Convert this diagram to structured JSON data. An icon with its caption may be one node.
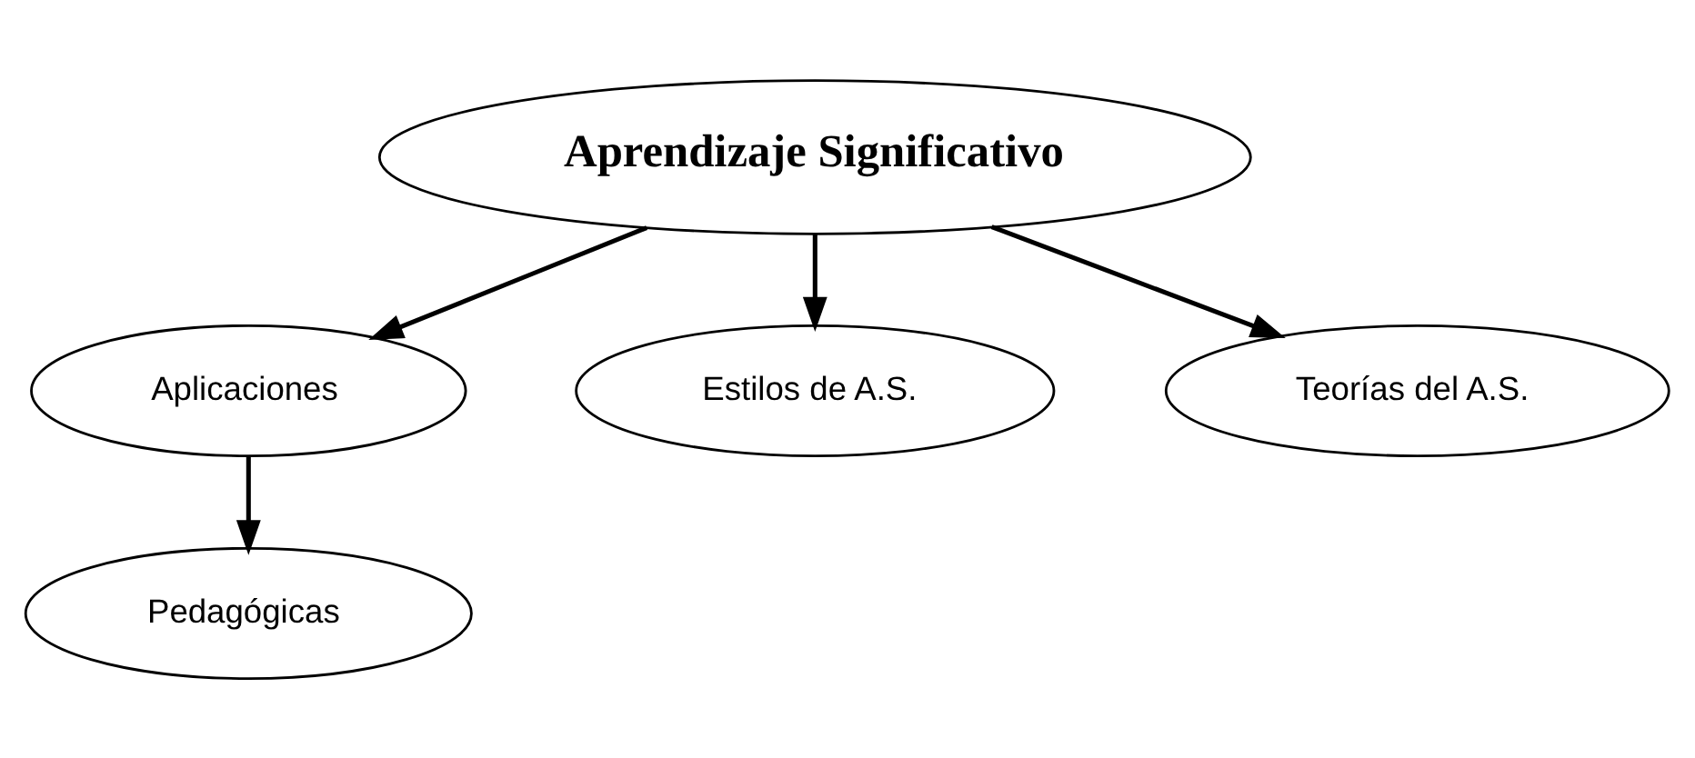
{
  "diagram": {
    "nodes": [
      {
        "text": [
          "Aprendizaje Significativo"
        ]
      },
      {
        "text": [
          "Aplicaciones"
        ]
      },
      {
        "text": [
          "Estilos de A.S."
        ]
      },
      {
        "text": [
          "Teorías del A.S."
        ]
      },
      {
        "text": [
          "Pedagógicas"
        ]
      }
    ],
    "edges": [
      {
        "from": 0,
        "to": 1,
        "arrow": "to"
      },
      {
        "from": 0,
        "to": 2,
        "arrow": "to"
      },
      {
        "from": 0,
        "to": 3,
        "arrow": "to"
      },
      {
        "from": 1,
        "to": 4,
        "arrow": "to"
      }
    ]
  }
}
